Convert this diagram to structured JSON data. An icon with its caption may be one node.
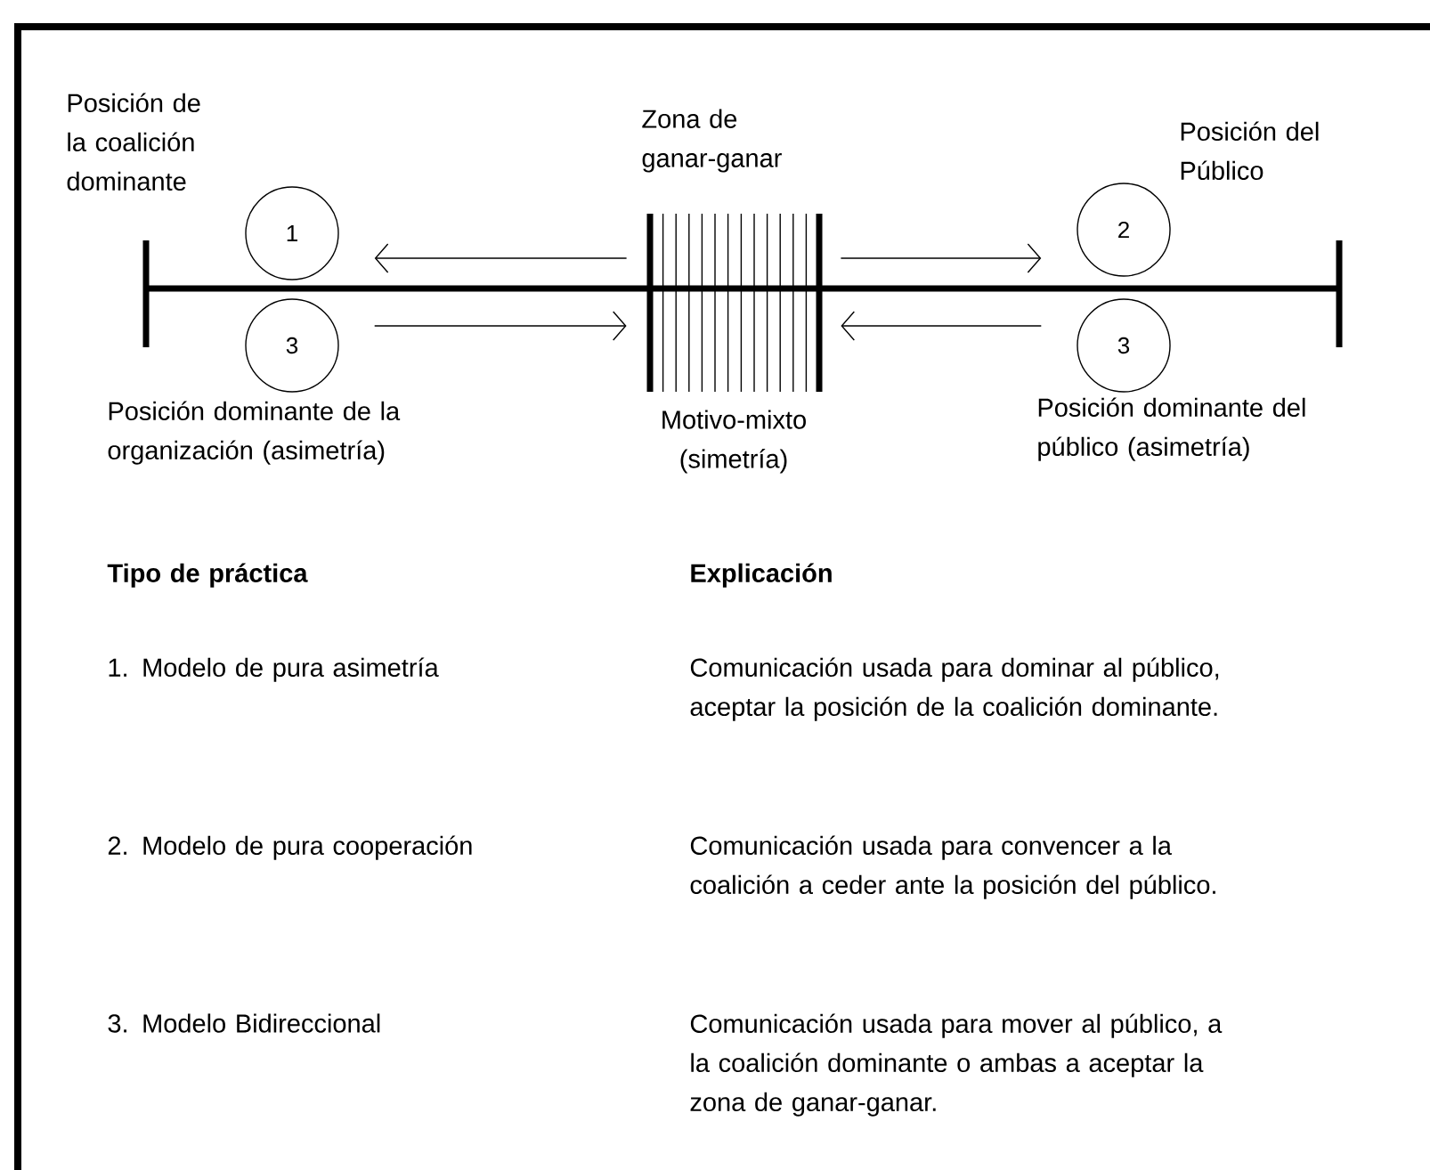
{
  "diagram": {
    "nodes": [
      {
        "text": [
          "1"
        ],
        "beside": [
          "Posición de la coalición dominante"
        ]
      },
      {
        "text": [
          "3"
        ],
        "beside": [
          "Posición dominante de la organización (asimetría)"
        ]
      },
      {
        "text": [
          "Zona de ganar-ganar"
        ],
        "beside": [
          "Motivo-mixto (simetría)"
        ]
      },
      {
        "text": [
          "2"
        ],
        "beside": [
          "Posición del Público"
        ]
      },
      {
        "text": [
          "3"
        ],
        "beside": [
          "Posición dominante del público (asimetría)"
        ]
      }
    ],
    "edges": [
      {
        "from": 2,
        "to": 0,
        "arrow": "to"
      },
      {
        "from": 1,
        "to": 2,
        "arrow": "to"
      },
      {
        "from": 2,
        "to": 3,
        "arrow": "to"
      },
      {
        "from": 4,
        "to": 2,
        "arrow": "to"
      }
    ],
    "labels": [
      "Tipo de práctica",
      "Explicación",
      "1. Modelo de pura asimetría",
      "Comunicación usada para dominar al público, aceptar la posición de la coalición dominante.",
      "2. Modelo de pura cooperación",
      "Comunicación usada para convencer a la coalición a ceder ante la posición del público.",
      "3. Modelo Bidireccional",
      "Comunicación usada para mover al público, a la coalición dominante o ambas a aceptar la zona de ganar-ganar."
    ]
  }
}
